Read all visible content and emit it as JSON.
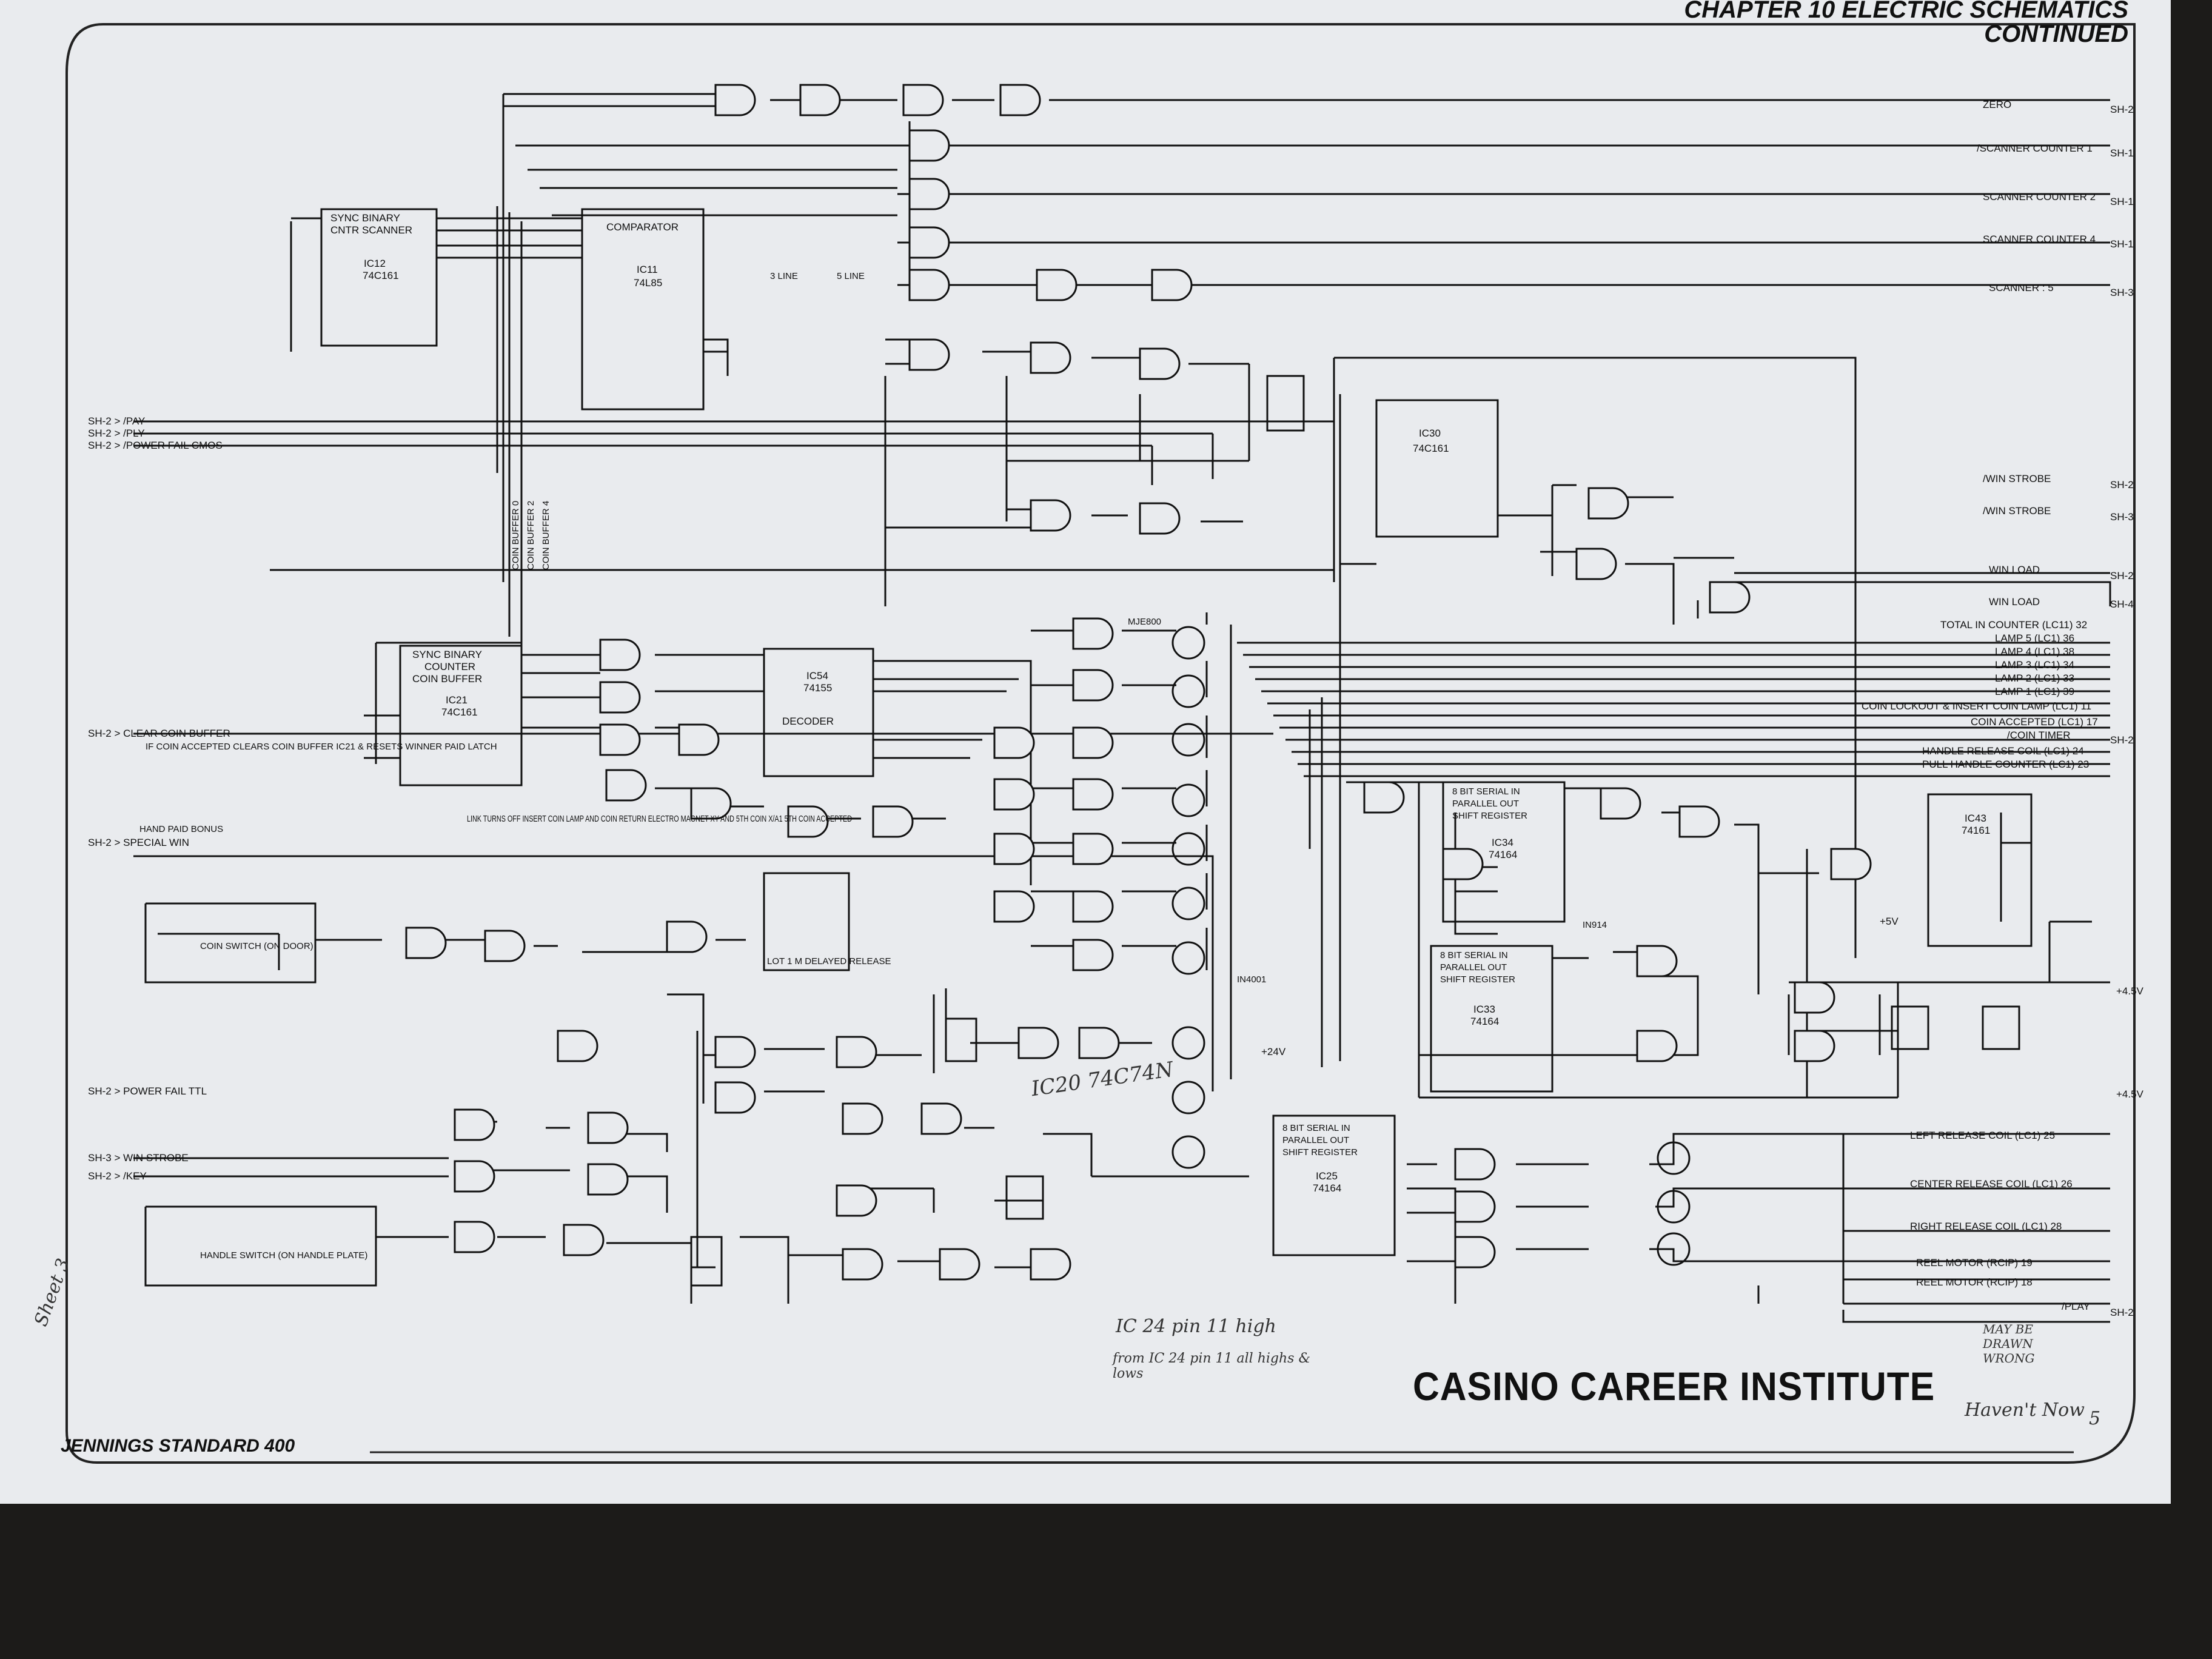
{
  "header": {
    "line1": "CHAPTER 10 ELECTRIC SCHEMATICS",
    "line2": "CONTINUED"
  },
  "footer": {
    "institute": "CASINO CAREER INSTITUTE",
    "model": "JENNINGS STANDARD 400",
    "page": "5"
  },
  "handwriting": {
    "sheet_note": "Sheet 3",
    "ic20_note": "IC20 74C74N",
    "ic24_note": "IC 24 pin 11 high",
    "ic24_note2": "from IC 24 pin 11 all highs & lows",
    "drawn_note": "MAY BE DRAWN WRONG",
    "check_note": "Haven't Now"
  },
  "inputs_left": [
    {
      "label": "SH-2 > /PAY"
    },
    {
      "label": "SH-2 > /PLY"
    },
    {
      "label": "SH-2 > /POWER FAIL CMOS"
    },
    {
      "label": "SH-2 > CLEAR COIN BUFFER"
    },
    {
      "label": "SH-2 > SPECIAL WIN"
    },
    {
      "label": "SH-2 > POWER FAIL TTL"
    },
    {
      "label": "SH-3 > WIN STROBE"
    },
    {
      "label": "SH-2 > /KEY"
    }
  ],
  "notes": {
    "clear_coin": "IF COIN ACCEPTED CLEARS COIN BUFFER IC21 & RESETS WINNER PAID LATCH",
    "hand_paid": "HAND PAID BONUS",
    "link": "LINK TURNS OFF INSERT COIN LAMP AND COIN RETURN ELECTRO MAGNET XY AND 5TH COIN X/A1 5TH COIN ACCEPTED",
    "coin_switch": "COIN SWITCH (ON DOOR)",
    "handle_switch": "HANDLE SWITCH (ON HANDLE PLATE)",
    "delayed_release": "LOT 1 M DELAYED RELEASE",
    "coin_buffers": [
      "COIN BUFFER 0",
      "COIN BUFFER 2",
      "COIN BUFFER 4"
    ],
    "lines": [
      "3 LINE",
      "5 LINE"
    ]
  },
  "ics": [
    {
      "name": "IC12",
      "part": "74C161",
      "desc": "SYNC BINARY CNTR SCANNER"
    },
    {
      "name": "IC11",
      "part": "74L85",
      "desc": "COMPARATOR"
    },
    {
      "name": "IC21",
      "part": "74C161",
      "desc": "SYNC BINARY COUNTER COIN BUFFER"
    },
    {
      "name": "IC54",
      "part": "74155",
      "desc": "DECODER"
    },
    {
      "name": "IC30",
      "part": "74C161",
      "desc": ""
    },
    {
      "name": "IC34",
      "part": "74164",
      "desc": "8 BIT SERIAL IN PARALLEL OUT SHIFT REGISTER"
    },
    {
      "name": "IC33",
      "part": "74164",
      "desc": "8 BIT SERIAL IN PARALLEL OUT SHIFT REGISTER"
    },
    {
      "name": "IC25",
      "part": "74164",
      "desc": "8 BIT SERIAL IN PARALLEL OUT SHIFT REGISTER"
    },
    {
      "name": "IC43",
      "part": "74161",
      "desc": ""
    }
  ],
  "outputs_right": [
    {
      "label": "ZERO",
      "ref": "SH-2"
    },
    {
      "label": "/SCANNER COUNTER 1",
      "ref": "SH-1"
    },
    {
      "label": "SCANNER COUNTER 2",
      "ref": "SH-1"
    },
    {
      "label": "SCANNER COUNTER 4",
      "ref": "SH-1"
    },
    {
      "label": "SCANNER : 5",
      "ref": "SH-3"
    },
    {
      "label": "/WIN STROBE",
      "ref": "SH-2"
    },
    {
      "label": "/WIN STROBE",
      "ref": "SH-3"
    },
    {
      "label": "WIN LOAD",
      "ref": "SH-2"
    },
    {
      "label": "WIN LOAD",
      "ref": "SH-4"
    },
    {
      "label": "TOTAL IN COUNTER (LC11) 32",
      "ref": ""
    },
    {
      "label": "LAMP 5 (LC1) 36",
      "ref": ""
    },
    {
      "label": "LAMP 4 (LC1) 38",
      "ref": ""
    },
    {
      "label": "LAMP 3 (LC1) 34",
      "ref": ""
    },
    {
      "label": "LAMP 2 (LC1) 33",
      "ref": ""
    },
    {
      "label": "LAMP 1 (LC1) 39",
      "ref": ""
    },
    {
      "label": "COIN LOCKOUT & INSERT COIN LAMP (LC1) 11",
      "ref": ""
    },
    {
      "label": "COIN ACCEPTED (LC1) 17",
      "ref": ""
    },
    {
      "label": "/COIN TIMER",
      "ref": "SH-2"
    },
    {
      "label": "HANDLE RELEASE COIL (LC1) 24",
      "ref": ""
    },
    {
      "label": "PULL HANDLE COUNTER (LC1) 23",
      "ref": ""
    },
    {
      "label": "LEFT RELEASE COIL (LC1) 25",
      "ref": ""
    },
    {
      "label": "CENTER RELEASE COIL (LC1) 26",
      "ref": ""
    },
    {
      "label": "RIGHT RELEASE COIL (LC1) 28",
      "ref": ""
    },
    {
      "label": "REEL MOTOR (RCIP) 19",
      "ref": ""
    },
    {
      "label": "REEL MOTOR (RCIP) 18",
      "ref": ""
    },
    {
      "label": "/PLAY",
      "ref": "SH-2"
    }
  ],
  "supply": [
    "+4.5V",
    "+5V",
    "+24V"
  ],
  "transistor": "MJE800",
  "diode": "IN914",
  "diode2": "IN4001"
}
